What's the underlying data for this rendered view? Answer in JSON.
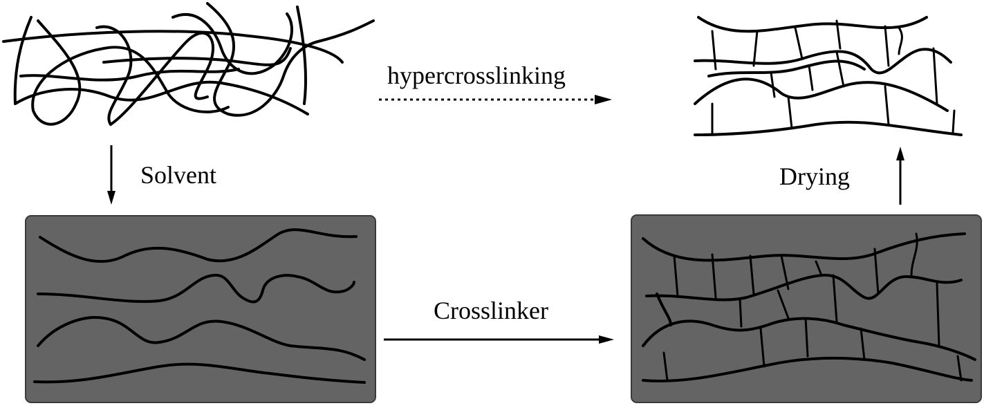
{
  "colors": {
    "background": "#ffffff",
    "solvent_box": "#646464",
    "line": "#000000"
  },
  "labels": {
    "hypercrosslinking": "hypercrosslinking",
    "solvent": "Solvent",
    "crosslinker": "Crosslinker",
    "drying": "Drying"
  },
  "arrows": {
    "hypercrosslinking": {
      "style": "dotted",
      "direction": "right"
    },
    "solvent": {
      "style": "solid",
      "direction": "down"
    },
    "crosslinker": {
      "style": "solid",
      "direction": "right"
    },
    "drying": {
      "style": "solid",
      "direction": "up"
    }
  },
  "panels": [
    {
      "id": "polymer-coil",
      "description_state": "entangled chains, no solvent"
    },
    {
      "id": "swollen-polymer",
      "description_state": "solvated chains"
    },
    {
      "id": "crosslinked-swollen-network",
      "description_state": "crosslinked in solvent"
    },
    {
      "id": "hypercrosslinked-network",
      "description_state": "dried network"
    }
  ]
}
